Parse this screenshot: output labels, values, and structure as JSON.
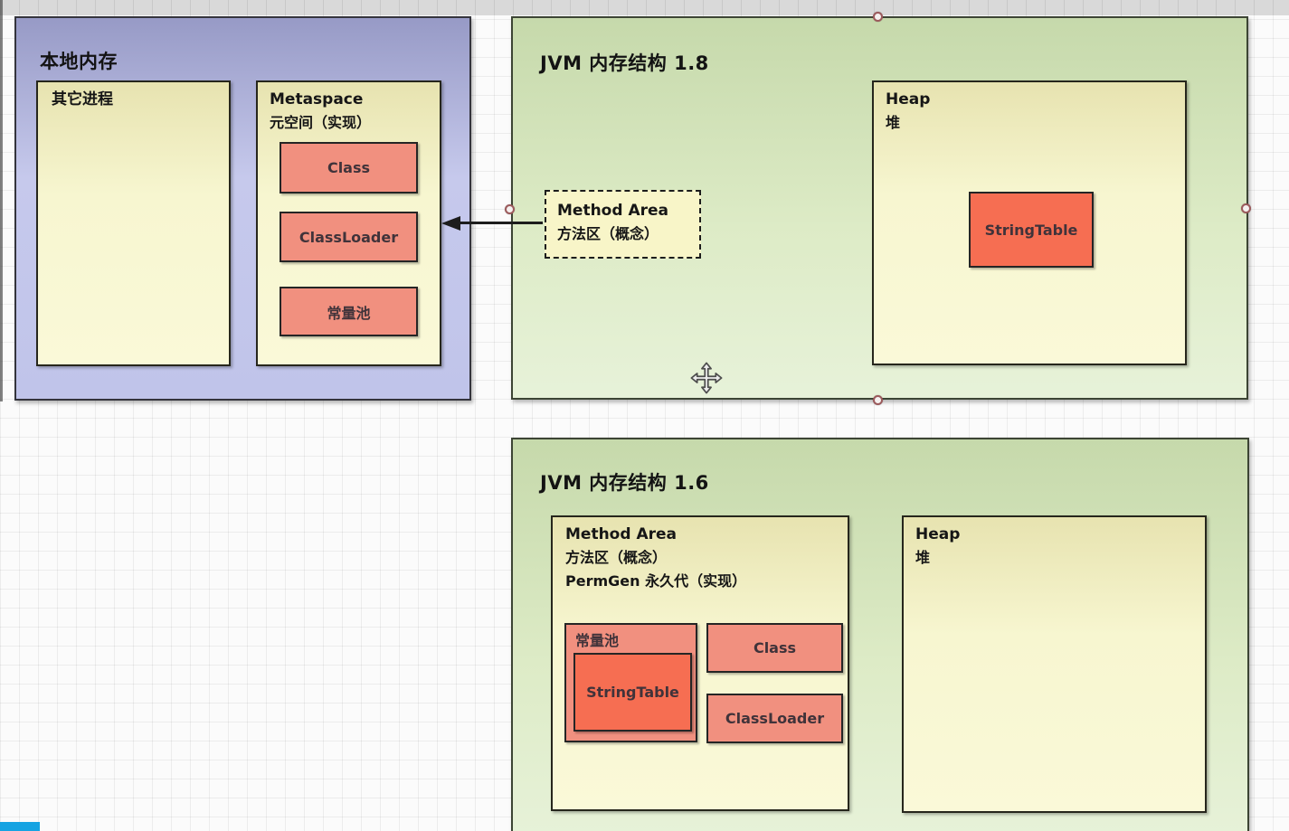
{
  "local_memory": {
    "title": "本地内存",
    "other_process_label": "其它进程",
    "metaspace": {
      "title": "Metaspace",
      "subtitle": "元空间（实现）",
      "items": [
        "Class",
        "ClassLoader",
        "常量池"
      ]
    }
  },
  "jvm18": {
    "title": "JVM 内存结构 1.8",
    "method_area": {
      "line1": "Method Area",
      "line2": "方法区（概念）"
    },
    "heap": {
      "title": "Heap",
      "subtitle": "堆",
      "string_table": "StringTable"
    }
  },
  "jvm16": {
    "title": "JVM 内存结构 1.6",
    "method_area": {
      "line1": "Method Area",
      "line2": "方法区（概念）",
      "line3": "PermGen 永久代（实现）",
      "constant_pool": {
        "label": "常量池",
        "string_table": "StringTable"
      },
      "class_label": "Class",
      "classloader_label": "ClassLoader"
    },
    "heap": {
      "title": "Heap",
      "subtitle": "堆"
    }
  },
  "colors": {
    "purple_fill": "#a9acd4",
    "green_fill": "#d5e5bd",
    "yellow_fill": "#f5f3cb",
    "salmon_fill": "#f1907f",
    "red_orange_fill": "#f66e52",
    "handle_ring": "#9c5a5c",
    "taskbar_blue": "#16a3e2"
  }
}
